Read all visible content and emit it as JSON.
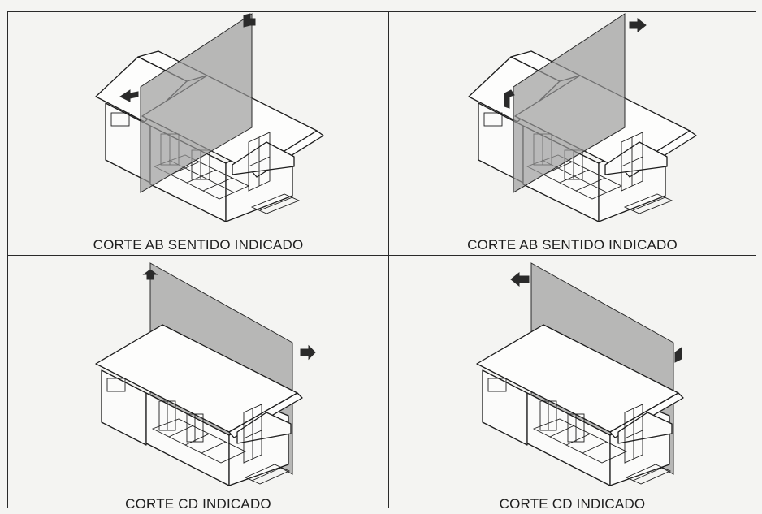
{
  "panels": [
    {
      "caption": "CORTE AB SENTIDO INDICADO",
      "cut": "AB"
    },
    {
      "caption": "CORTE AB SENTIDO INDICADO",
      "cut": "AB"
    },
    {
      "caption": "CORTE CD INDICADO",
      "cut": "CD"
    },
    {
      "caption": "CORTE CD INDICADO",
      "cut": "CD"
    }
  ]
}
